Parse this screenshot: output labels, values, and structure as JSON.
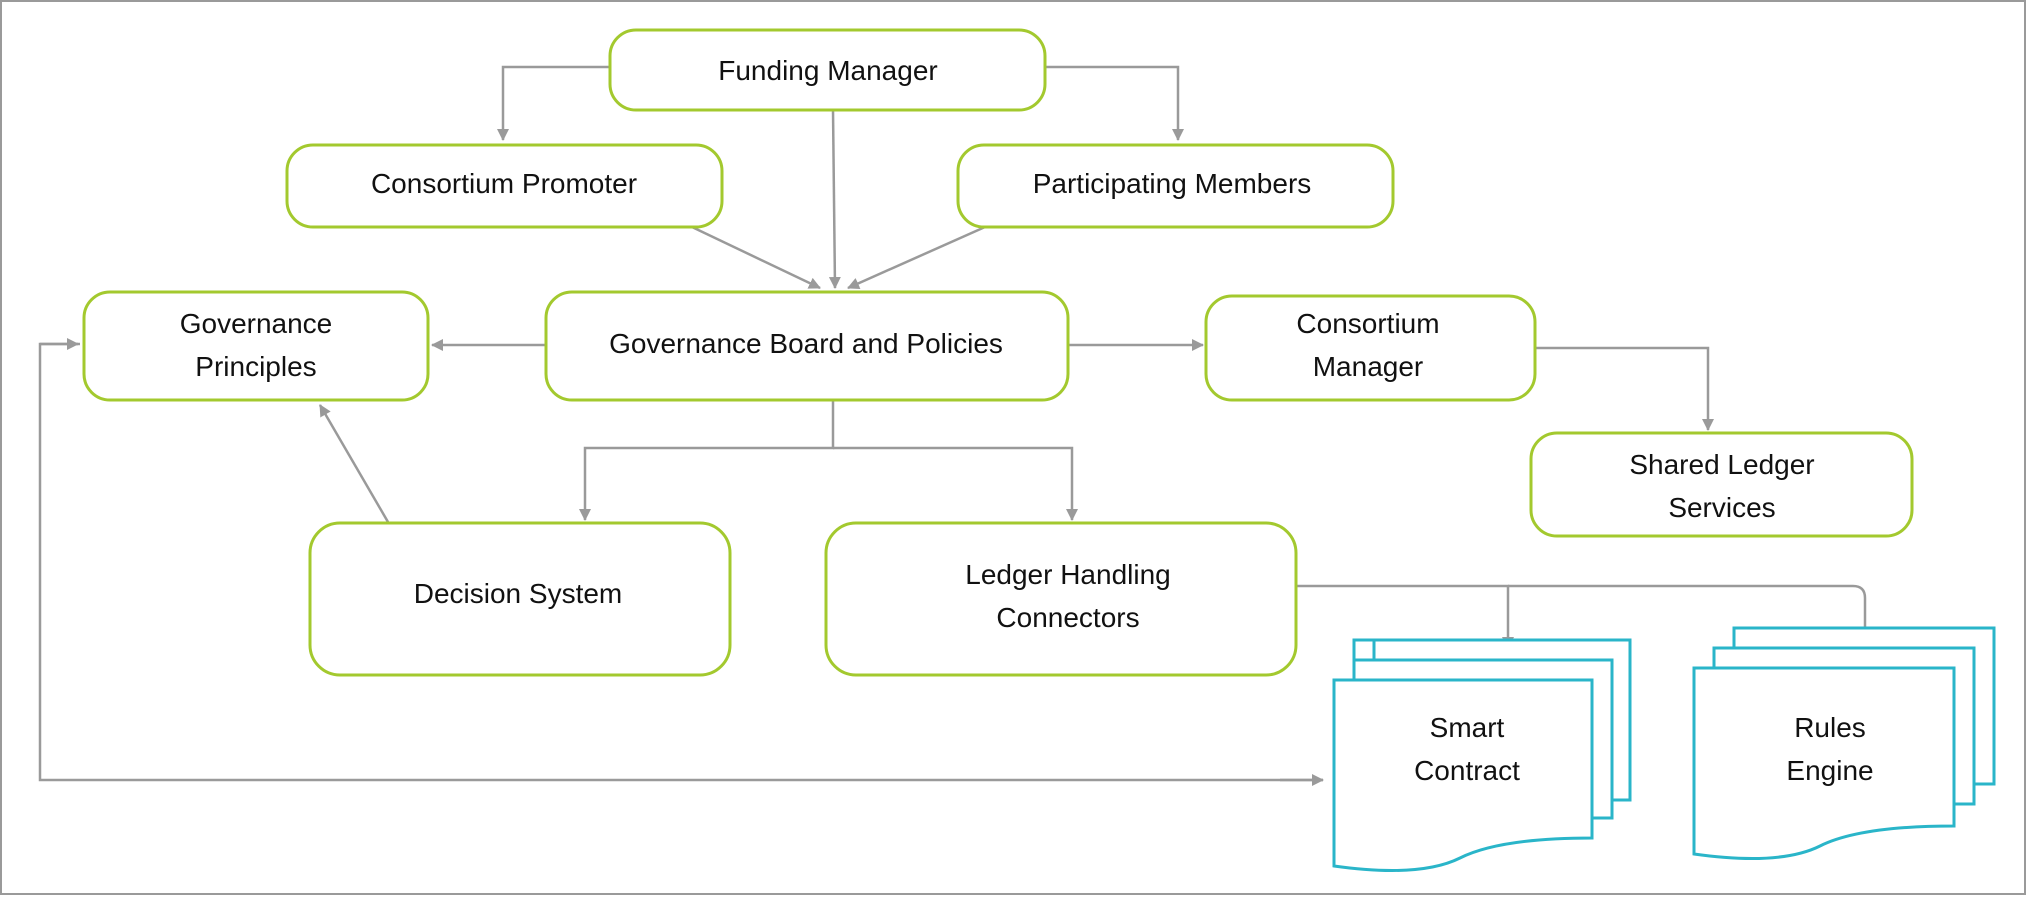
{
  "colors": {
    "box_border": "#a3c92e",
    "doc_border": "#2ab5c9",
    "arrow": "#9a9a9a",
    "frame": "#9a9a9a",
    "text": "#111111"
  },
  "nodes": {
    "funding_manager": "Funding Manager",
    "consortium_promoter": "Consortium Promoter",
    "participating_members": "Participating Members",
    "governance_principles": [
      "Governance",
      "Principles"
    ],
    "governance_board": "Governance Board and Policies",
    "consortium_manager": [
      "Consortium",
      "Manager"
    ],
    "shared_ledger_services": [
      "Shared Ledger",
      "Services"
    ],
    "decision_system": "Decision System",
    "ledger_handling_connectors": [
      "Ledger Handling",
      "Connectors"
    ],
    "smart_contract": [
      "Smart",
      "Contract"
    ],
    "rules_engine": [
      "Rules",
      "Engine"
    ]
  }
}
